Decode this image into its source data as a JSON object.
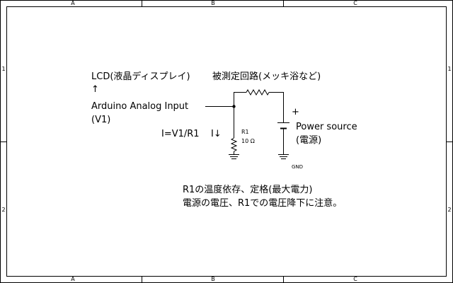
{
  "sheet": {
    "grid_columns": [
      "A",
      "B",
      "C"
    ],
    "grid_rows": [
      "1",
      "2"
    ]
  },
  "labels": {
    "lcd": "LCD(液晶ディスプレイ)",
    "arrow_up": "↑",
    "arduino_input": "Arduino Analog Input",
    "v1": "(V1)",
    "formula": "I=V1/R1",
    "current_label": "I↓",
    "device_under_test": "被測定回路(メッキ浴など)",
    "r1_name": "R1",
    "r1_value": "10 Ω",
    "plus": "+",
    "power_source": "Power source",
    "power_source_jp": "(電源)",
    "gnd": "GND",
    "note_line1": "R1の温度依存、定格(最大電力)",
    "note_line2": "電源の電圧、R1での電圧降下に注意。"
  }
}
